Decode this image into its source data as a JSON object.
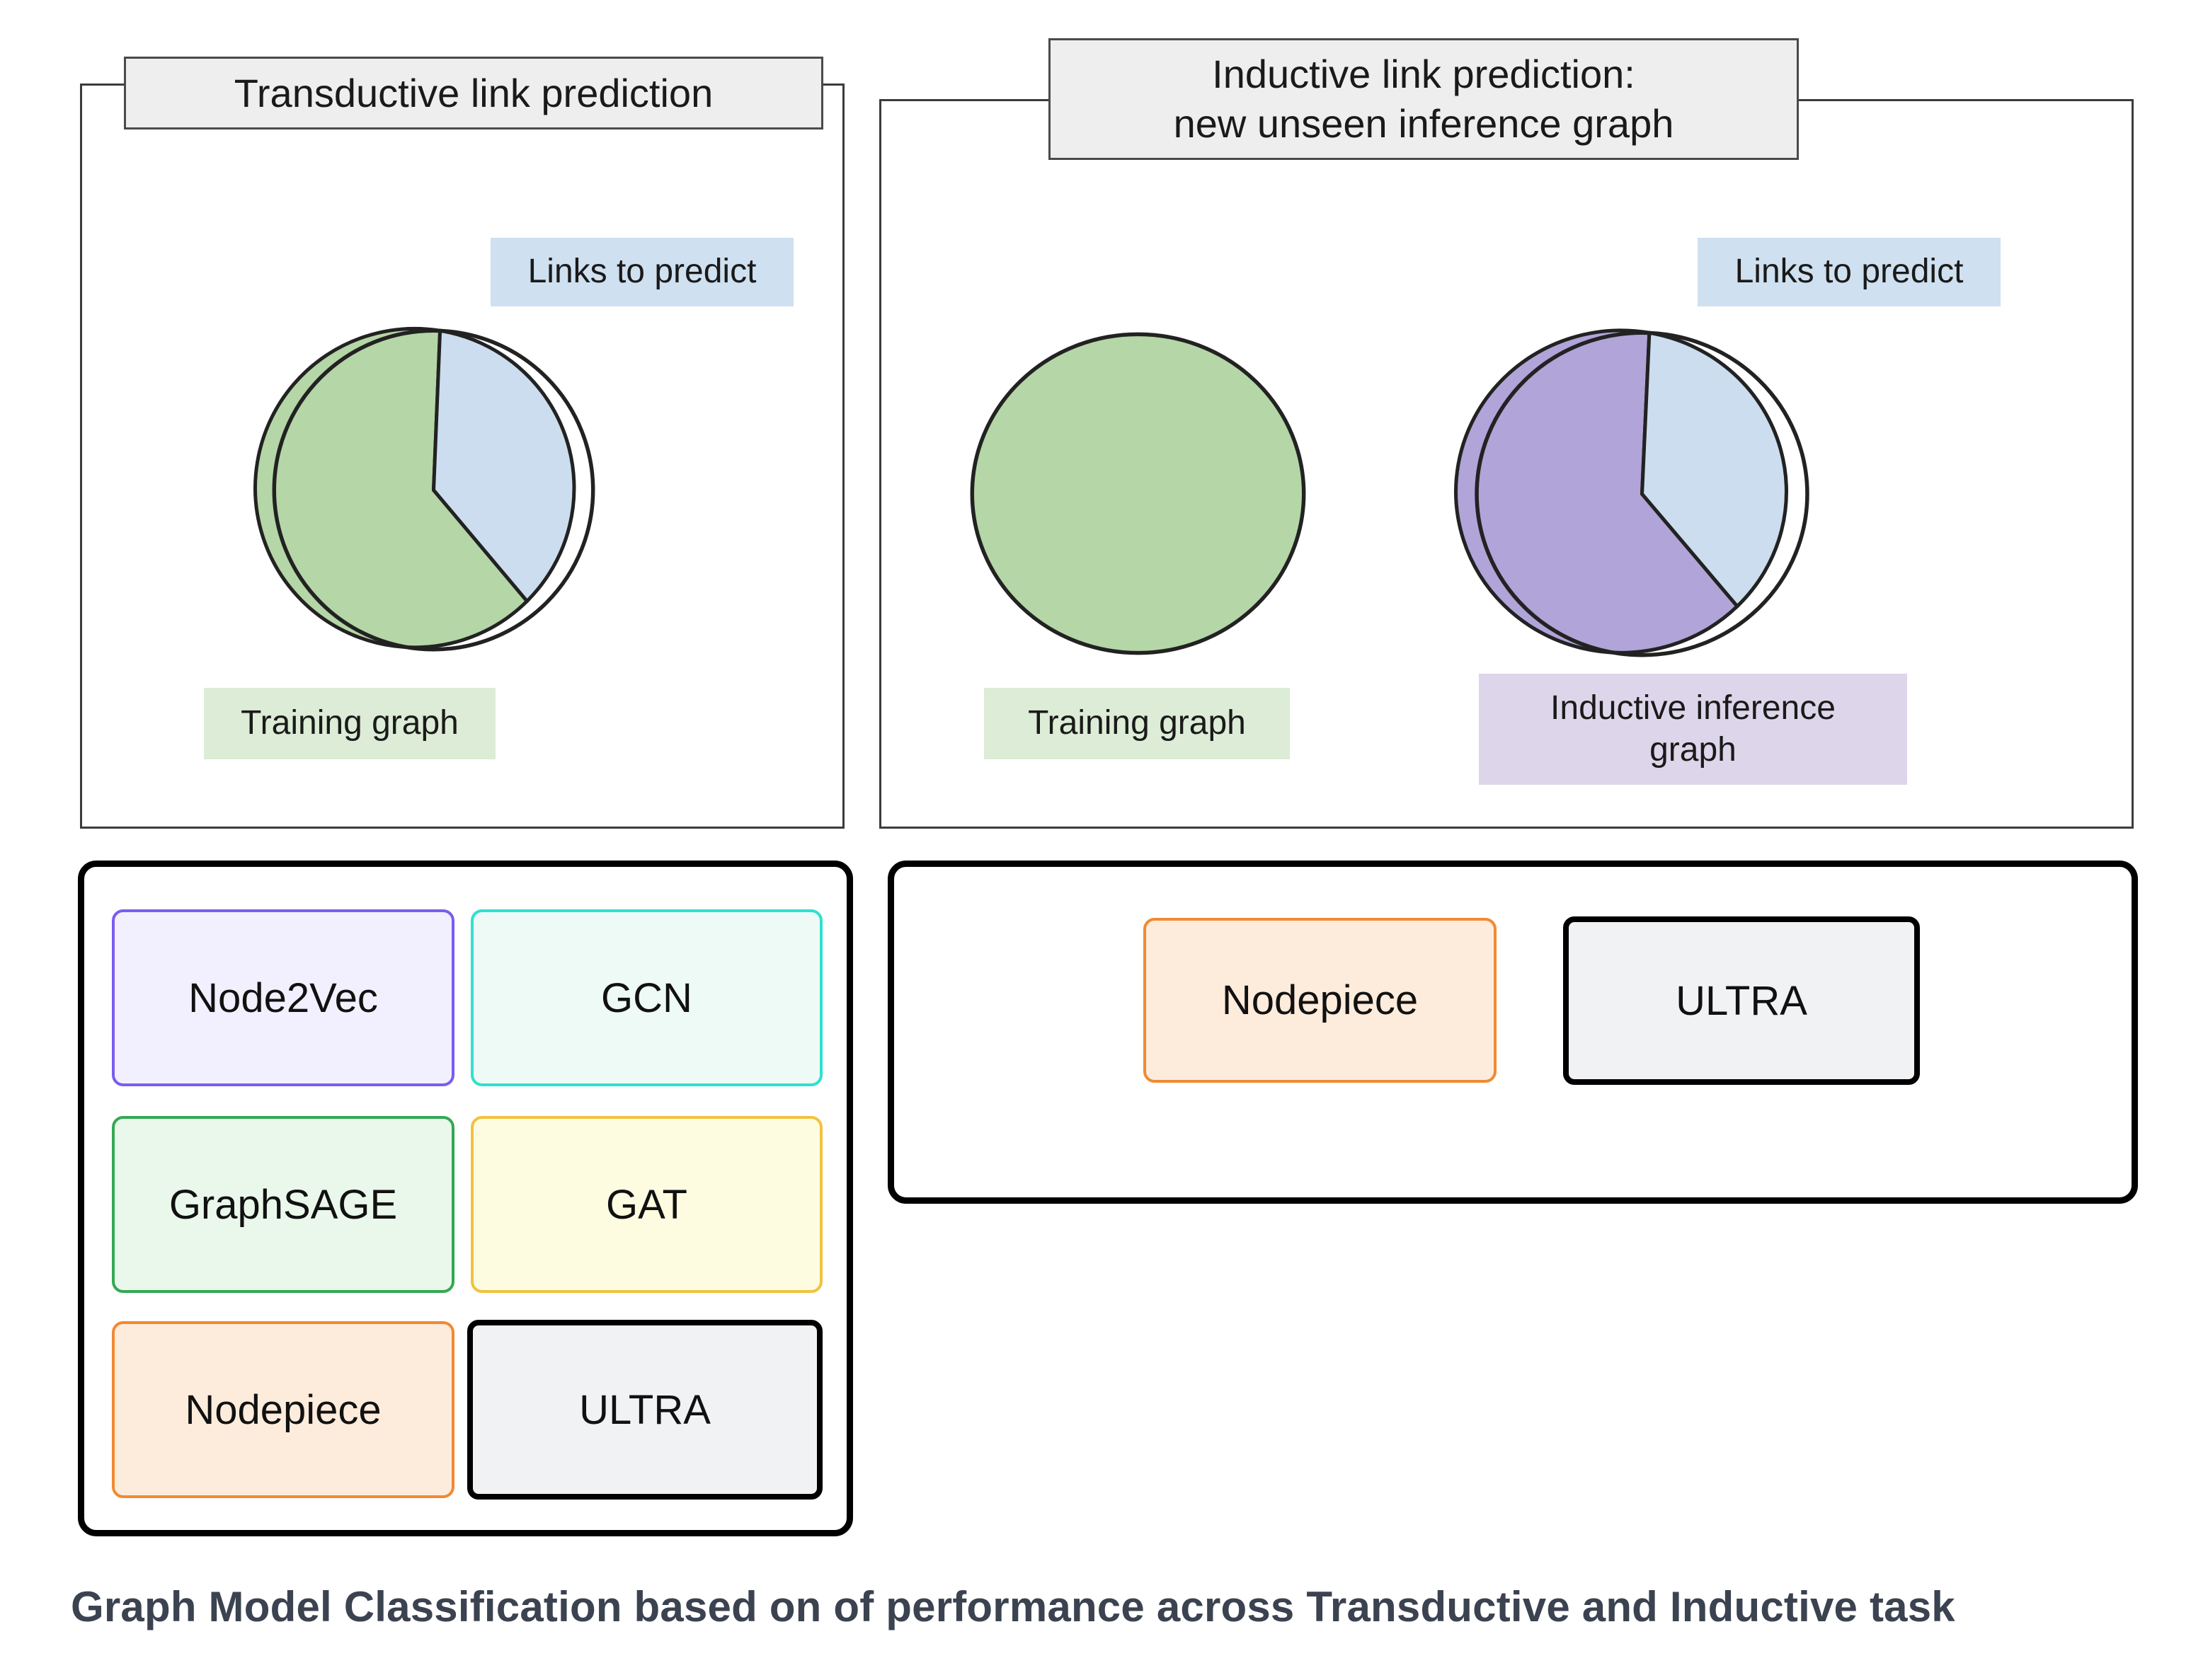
{
  "panels": {
    "transductive": {
      "title": "Transductive link prediction",
      "links_label": "Links to predict",
      "training_label": "Training graph"
    },
    "inductive": {
      "title": "Inductive link prediction:\nnew unseen inference graph",
      "links_label": "Links to predict",
      "training_label": "Training graph",
      "inference_label": "Inductive inference\ngraph"
    }
  },
  "transductive_models": [
    {
      "label": "Node2Vec",
      "fill": "#f2f0fe",
      "border": "#7a5cf0"
    },
    {
      "label": "GCN",
      "fill": "#eefaf6",
      "border": "#2fe0d0"
    },
    {
      "label": "GraphSAGE",
      "fill": "#eaf8ec",
      "border": "#34a853"
    },
    {
      "label": "GAT",
      "fill": "#fdfce0",
      "border": "#f2c23e"
    },
    {
      "label": "Nodepiece",
      "fill": "#fdecdc",
      "border": "#f08a33"
    },
    {
      "label": "ULTRA",
      "fill": "#f1f2f4",
      "border": "#000000"
    }
  ],
  "inductive_models": [
    {
      "label": "Nodepiece",
      "fill": "#fdecdc",
      "border": "#f08a33"
    },
    {
      "label": "ULTRA",
      "fill": "#f1f2f4",
      "border": "#000000"
    }
  ],
  "caption": "Graph Model Classification based on of performance across Transductive and Inductive task",
  "chart_data": {
    "type": "pie",
    "title": "Graph Model Classification based on of performance across Transductive and Inductive task",
    "legend_position": "inline-labels",
    "charts": [
      {
        "name": "transductive-graph",
        "panel": "Transductive link prediction",
        "categories": [
          "Training graph",
          "Links to predict"
        ],
        "values": [
          72,
          28
        ],
        "colors": [
          "#b5d6a7",
          "#cbddee"
        ]
      },
      {
        "name": "inductive-training-graph",
        "panel": "Inductive link prediction: new unseen inference graph",
        "categories": [
          "Training graph"
        ],
        "values": [
          100
        ],
        "colors": [
          "#b5d6a7"
        ]
      },
      {
        "name": "inductive-inference-graph",
        "panel": "Inductive link prediction: new unseen inference graph",
        "categories": [
          "Inductive inference graph",
          "Links to predict"
        ],
        "values": [
          72,
          28
        ],
        "colors": [
          "#b0a4d8",
          "#cbddee"
        ]
      }
    ]
  },
  "colors": {
    "training_graph_fill": "#b5d6a7",
    "links_to_predict_fill": "#cbddee",
    "inference_graph_fill": "#b0a4d8",
    "training_chip_bg": "#dcecd6",
    "links_chip_bg": "#cfe0f0",
    "inference_chip_bg": "#ddd6ea",
    "title_chip_bg": "#eeeeee",
    "caption_color": "#3b4250"
  }
}
